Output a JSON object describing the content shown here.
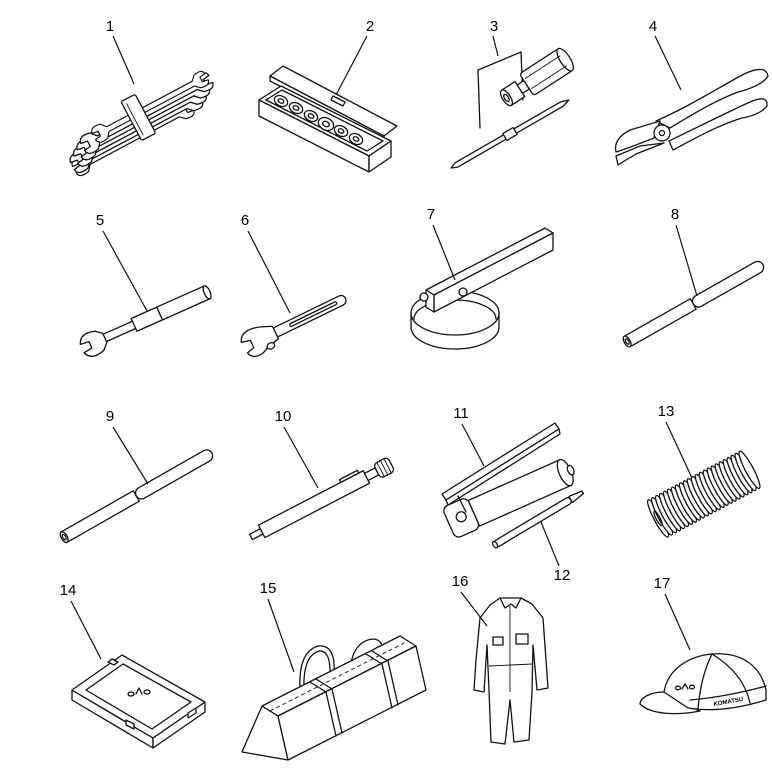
{
  "diagram": {
    "callouts": [
      "1",
      "2",
      "3",
      "4",
      "5",
      "6",
      "7",
      "8",
      "9",
      "10",
      "11",
      "12",
      "13",
      "14",
      "15",
      "16",
      "17"
    ],
    "cap_text": "KOMATSU"
  }
}
